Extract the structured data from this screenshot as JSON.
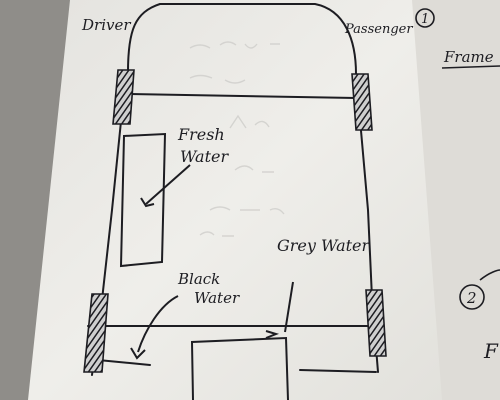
{
  "labels": {
    "driver": "Driver",
    "passenger": "Passenger",
    "page_number": "1",
    "fresh_water_line1": "Fresh",
    "fresh_water_line2": "Water",
    "grey_water": "Grey Water",
    "black_water_line1": "Black",
    "black_water_line2": "Water",
    "frame": "Frame",
    "second_number": "2",
    "partial_letter": "F"
  },
  "colors": {
    "desk": "#8a8884",
    "paper": "#ecebe7",
    "ink": "#1d1d22"
  }
}
